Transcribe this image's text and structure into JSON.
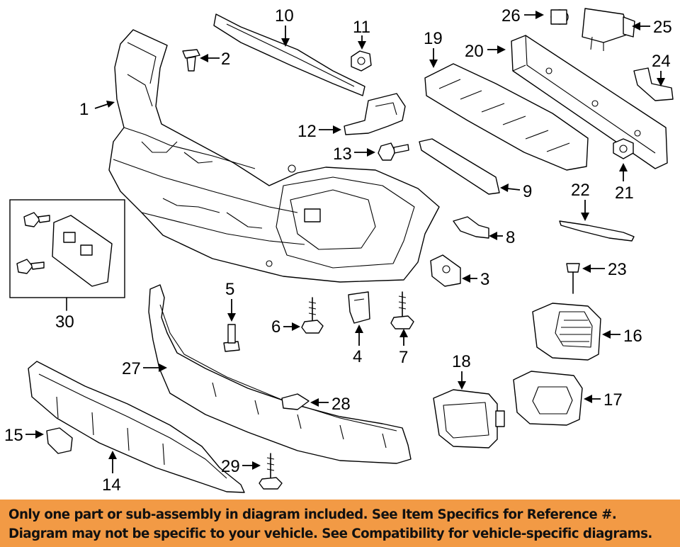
{
  "callouts": [
    {
      "id": "1",
      "label": "1"
    },
    {
      "id": "2",
      "label": "2"
    },
    {
      "id": "3",
      "label": "3"
    },
    {
      "id": "4",
      "label": "4"
    },
    {
      "id": "5",
      "label": "5"
    },
    {
      "id": "6",
      "label": "6"
    },
    {
      "id": "7",
      "label": "7"
    },
    {
      "id": "8",
      "label": "8"
    },
    {
      "id": "9",
      "label": "9"
    },
    {
      "id": "10",
      "label": "10"
    },
    {
      "id": "11",
      "label": "11"
    },
    {
      "id": "12",
      "label": "12"
    },
    {
      "id": "13",
      "label": "13"
    },
    {
      "id": "14",
      "label": "14"
    },
    {
      "id": "15",
      "label": "15"
    },
    {
      "id": "16",
      "label": "16"
    },
    {
      "id": "17",
      "label": "17"
    },
    {
      "id": "18",
      "label": "18"
    },
    {
      "id": "19",
      "label": "19"
    },
    {
      "id": "20",
      "label": "20"
    },
    {
      "id": "21",
      "label": "21"
    },
    {
      "id": "22",
      "label": "22"
    },
    {
      "id": "23",
      "label": "23"
    },
    {
      "id": "24",
      "label": "24"
    },
    {
      "id": "25",
      "label": "25"
    },
    {
      "id": "26",
      "label": "26"
    },
    {
      "id": "27",
      "label": "27"
    },
    {
      "id": "28",
      "label": "28"
    },
    {
      "id": "29",
      "label": "29"
    },
    {
      "id": "30",
      "label": "30"
    }
  ],
  "notice": {
    "line1": "Only one part or sub-assembly in diagram included. See Item Specifics for Reference #.",
    "line2": "Diagram may not be specific to your vehicle. See Compatibility for vehicle-specific diagrams."
  },
  "colors": {
    "notice_bg": "#f29a45",
    "line": "#000000",
    "background": "#ffffff"
  }
}
